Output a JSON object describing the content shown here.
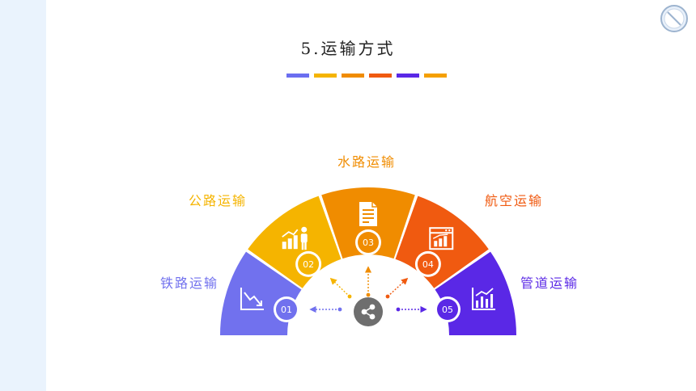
{
  "page": {
    "title": "5.运输方式"
  },
  "colors": {
    "bars": [
      "#6b6ef0",
      "#f5b400",
      "#f08c00",
      "#f05a10",
      "#5a28e6",
      "#f5a000"
    ],
    "hub": "#6e6e6e"
  },
  "diagram": {
    "segments": [
      {
        "number": "01",
        "label": "铁路运输",
        "color": "#7171ee",
        "icon": "line-chart-down-icon"
      },
      {
        "number": "02",
        "label": "公路运输",
        "color": "#f5b400",
        "icon": "presentation-person-icon"
      },
      {
        "number": "03",
        "label": "水路运输",
        "color": "#f08c00",
        "icon": "document-icon"
      },
      {
        "number": "04",
        "label": "航空运输",
        "color": "#f05a10",
        "icon": "bar-chart-window-icon"
      },
      {
        "number": "05",
        "label": "管道运输",
        "color": "#5a28e6",
        "icon": "bar-chart-up-icon"
      }
    ],
    "hub_icon": "share-icon"
  }
}
